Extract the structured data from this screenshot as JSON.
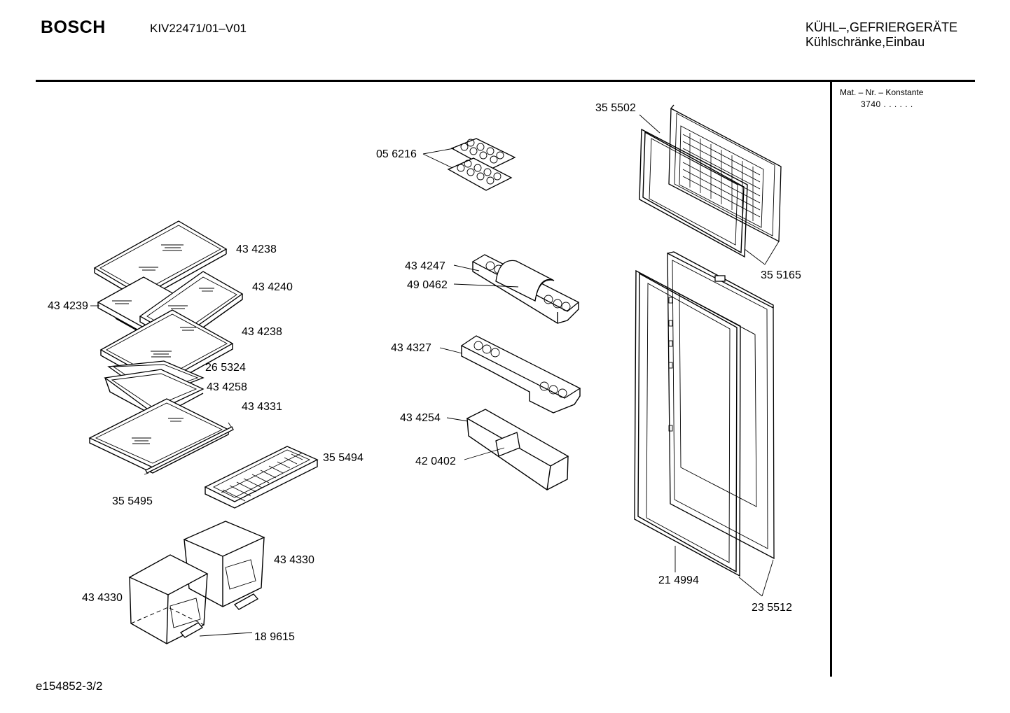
{
  "header": {
    "brand": "BOSCH",
    "model": "KIV22471/01–V01",
    "category_line1": "KÜHL–,GEFRIERGERÄTE",
    "category_line2": "Kühlschränke,Einbau"
  },
  "sidebar": {
    "label": "Mat. – Nr. – Konstante",
    "value": "3740  .  .  .  .  .  ."
  },
  "parts": [
    {
      "id": "p-356502a",
      "number": "35 5502"
    },
    {
      "id": "p-056216",
      "number": "05 6216"
    },
    {
      "id": "p-434238a",
      "number": "43 4238"
    },
    {
      "id": "p-434240",
      "number": "43 4240"
    },
    {
      "id": "p-434239",
      "number": "43 4239"
    },
    {
      "id": "p-434238b",
      "number": "43 4238"
    },
    {
      "id": "p-265324",
      "number": "26 5324"
    },
    {
      "id": "p-434258",
      "number": "43 4258"
    },
    {
      "id": "p-434331",
      "number": "43 4331"
    },
    {
      "id": "p-355494",
      "number": "35 5494"
    },
    {
      "id": "p-355495",
      "number": "35 5495"
    },
    {
      "id": "p-434330a",
      "number": "43 4330"
    },
    {
      "id": "p-434330b",
      "number": "43 4330"
    },
    {
      "id": "p-189615",
      "number": "18 9615"
    },
    {
      "id": "p-434247",
      "number": "43 4247"
    },
    {
      "id": "p-490462",
      "number": "49 0462"
    },
    {
      "id": "p-434327",
      "number": "43 4327"
    },
    {
      "id": "p-434254",
      "number": "43 4254"
    },
    {
      "id": "p-420402",
      "number": "42 0402"
    },
    {
      "id": "p-355165",
      "number": "35 5165"
    },
    {
      "id": "p-214994",
      "number": "21 4994"
    },
    {
      "id": "p-235512",
      "number": "23 5512"
    }
  ],
  "footer": {
    "drawing_id": "e154852-3/2"
  }
}
